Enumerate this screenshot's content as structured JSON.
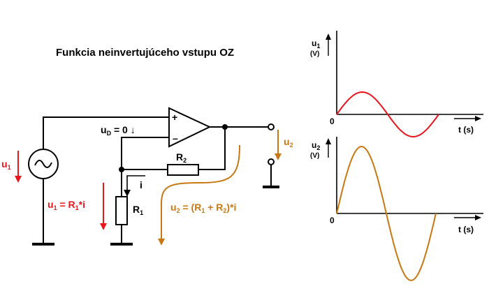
{
  "title": "Funkcia neinvertujúceho vstupu OZ",
  "colors": {
    "red": "#e8161c",
    "orange": "#c87812",
    "black": "#000000"
  },
  "circuit": {
    "source_label": {
      "main": "u",
      "sub": "1"
    },
    "ud_label": {
      "main": "u",
      "sub": "D",
      "rest": " = 0 ↓"
    },
    "plus_sign": "+",
    "minus_sign": "–",
    "r2_label": {
      "main": "R",
      "sub": "2"
    },
    "r1_label": {
      "main": "R",
      "sub": "1"
    },
    "i_label": "i",
    "u2_label": {
      "main": "u",
      "sub": "2"
    },
    "eq1": {
      "a": "u",
      "a_sub": "1",
      "b": " = R",
      "b_sub": "1",
      "c": "*i"
    },
    "eq2": {
      "a": "u",
      "a_sub": "2",
      "b": " = (R",
      "b_sub": "1",
      "c": " + R",
      "c_sub": "2",
      "d": ")*i"
    }
  },
  "chart_data": [
    {
      "type": "line",
      "ylabel": {
        "main": "u",
        "sub": "1",
        "unit": "(V)"
      },
      "xlabel": "t (s)",
      "origin_label": "0",
      "series": [
        {
          "shape": "sine",
          "amplitude": 1,
          "periods": 1,
          "color": "#e8161c"
        }
      ]
    },
    {
      "type": "line",
      "ylabel": {
        "main": "u",
        "sub": "2",
        "unit": "(V)"
      },
      "xlabel": "t (s)",
      "origin_label": "0",
      "series": [
        {
          "shape": "sine",
          "amplitude": 3,
          "periods": 1,
          "color": "#c87812"
        }
      ]
    }
  ]
}
